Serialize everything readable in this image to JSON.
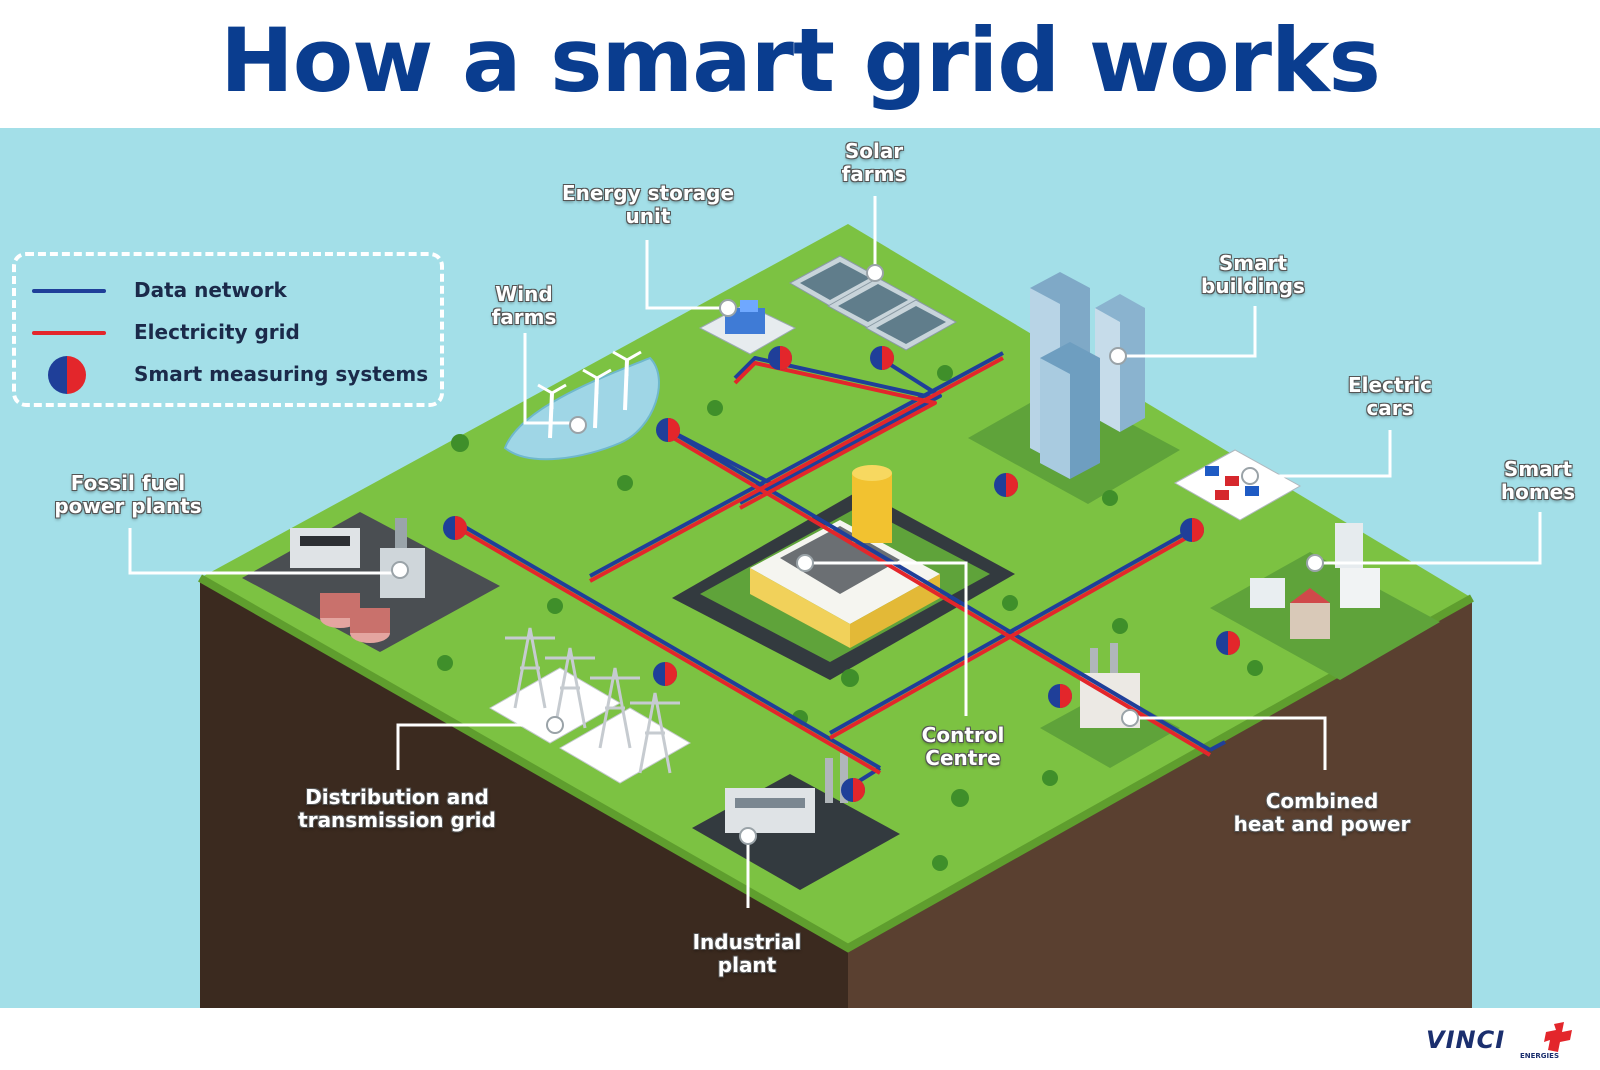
{
  "title": "How a smart grid works",
  "legend": {
    "data_network": "Data network",
    "electricity_grid": "Electricity grid",
    "smart_measuring": "Smart measuring systems"
  },
  "labels": {
    "solar_line1": "Solar",
    "solar_line2": "farms",
    "storage_line1": "Energy storage",
    "storage_line2": "unit",
    "wind_line1": "Wind",
    "wind_line2": "farms",
    "buildings_line1": "Smart",
    "buildings_line2": "buildings",
    "cars_line1": "Electric",
    "cars_line2": "cars",
    "homes_line1": "Smart",
    "homes_line2": "homes",
    "fossil_line1": "Fossil fuel",
    "fossil_line2": "power plants",
    "control_line1": "Control",
    "control_line2": "Centre",
    "distribution_line1": "Distribution and",
    "distribution_line2": "transmission grid",
    "chp_line1": "Combined",
    "chp_line2": "heat and power",
    "industrial_line1": "Industrial",
    "industrial_line2": "plant"
  },
  "logo": {
    "word": "VINCI",
    "sub": "ENERGIES"
  },
  "colors": {
    "title": "#0a3d8f",
    "sky": "#a3dfe8",
    "grass": "#7cc242",
    "soil_left": "#3b2a1f",
    "soil_right": "#5a4030",
    "data_line": "#1f3f99",
    "power_line": "#e3262b",
    "logo_red": "#e3262b",
    "logo_blue": "#1b2f6e"
  }
}
